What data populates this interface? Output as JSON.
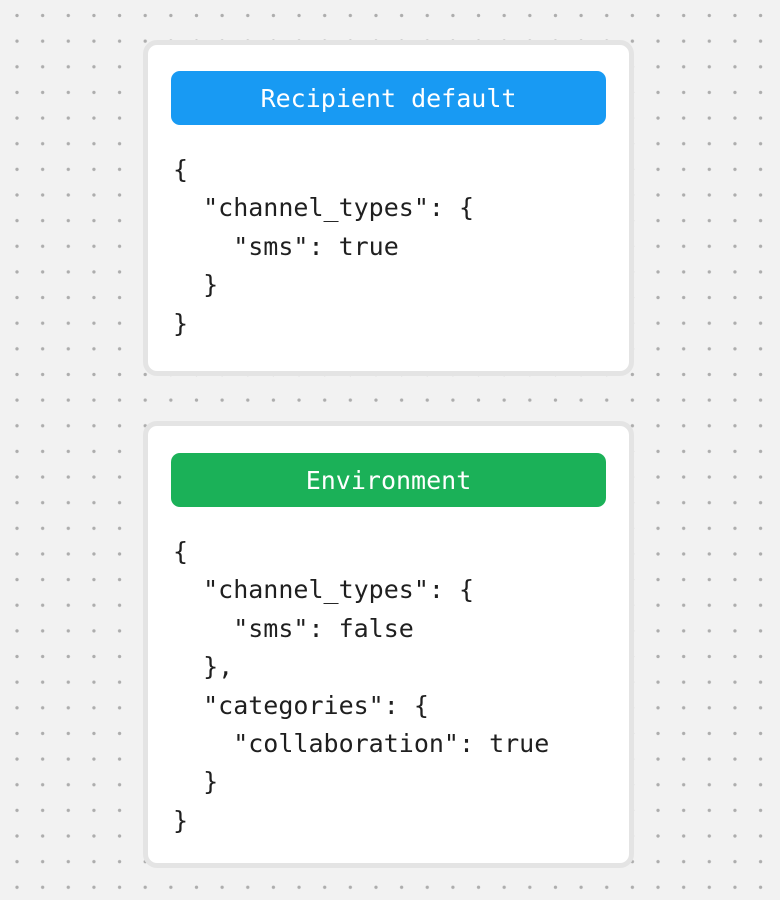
{
  "colors": {
    "background": "#f2f2f2",
    "dot": "#adadad",
    "card_background": "#ffffff",
    "card_border": "#e4e4e4",
    "code_text": "#1f1f1f",
    "badge_text": "#ffffff",
    "recipient_default_badge": "#189af3",
    "environment_badge": "#1bb158"
  },
  "cards": [
    {
      "label": "Recipient default",
      "badge_color": "#189af3",
      "code": "{\n  \"channel_types\": {\n    \"sms\": true\n  }\n}"
    },
    {
      "label": "Environment",
      "badge_color": "#1bb158",
      "code": "{\n  \"channel_types\": {\n    \"sms\": false\n  },\n  \"categories\": {\n    \"collaboration\": true\n  }\n}"
    }
  ]
}
